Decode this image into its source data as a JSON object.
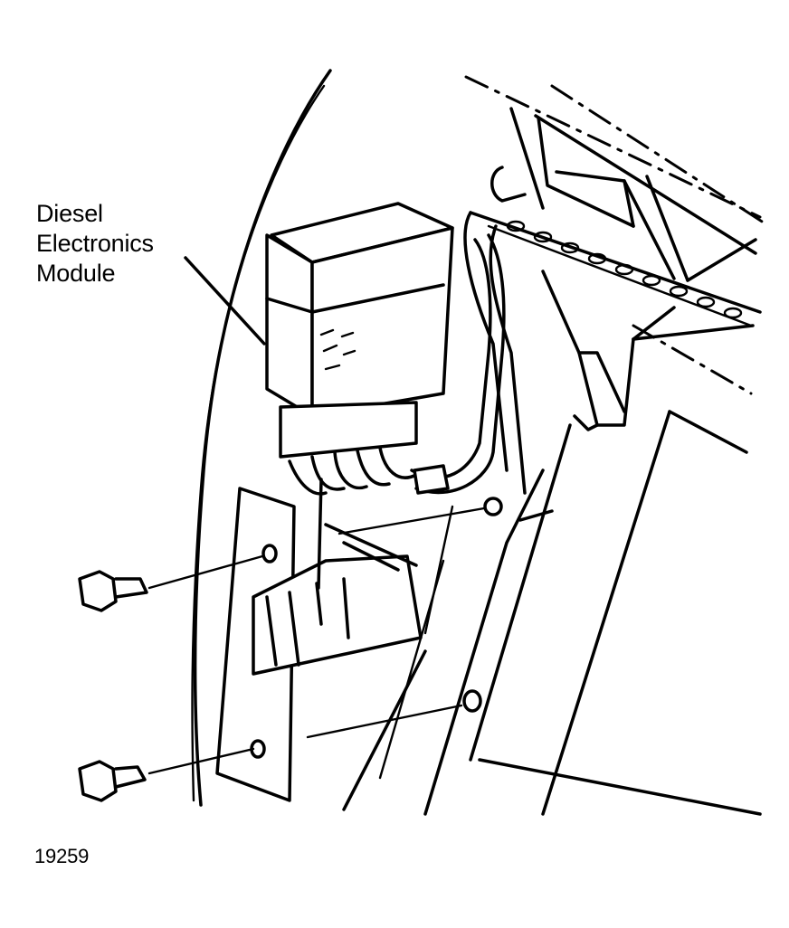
{
  "callout": {
    "line1": "Diesel",
    "line2": "Electronics",
    "line3": "Module"
  },
  "figure_number": "19259",
  "colors": {
    "ink": "#000000",
    "paper": "#ffffff"
  }
}
